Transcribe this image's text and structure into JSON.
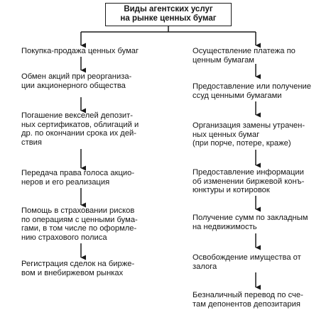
{
  "title": {
    "line1": "Виды агентских услуг",
    "line2": "на рынке ценных бумаг"
  },
  "left_column": [
    {
      "lines": [
        "Покупка-продажа ценных бумаг"
      ]
    },
    {
      "lines": [
        "Обмен акций при реорганиза-",
        "ции акционерного общества"
      ]
    },
    {
      "lines": [
        "Погашение векселей депозит-",
        "ных сертификатов, облигаций и",
        "др. по окончании срока их дей-",
        "ствия"
      ]
    },
    {
      "lines": [
        "Передача права голоса акцио-",
        "неров и его реализация"
      ]
    },
    {
      "lines": [
        "Помощь в страховании рисков",
        "по операциям с ценными бума-",
        "гами, в том числе по оформле-",
        "нию страхового полиса"
      ]
    },
    {
      "lines": [
        "Регистрация сделок на бирже-",
        "вом и внебиржевом рынках"
      ]
    }
  ],
  "right_column": [
    {
      "lines": [
        "Осуществление платежа по",
        "ценным бумагам"
      ]
    },
    {
      "lines": [
        "Предоставление или получение",
        "ссуд ценными бумагами"
      ]
    },
    {
      "lines": [
        "Организация замены утрачен-",
        "ных ценных бумаг",
        "(при порче, потере, краже)"
      ]
    },
    {
      "lines": [
        "Предоставление информации",
        "об изменении биржевой конъ-",
        "юнктуры и котировок"
      ]
    },
    {
      "lines": [
        "Получение сумм по закладным",
        "на недвижимость"
      ]
    },
    {
      "lines": [
        "Освобождение имущества от",
        "залога"
      ]
    },
    {
      "lines": [
        "Безналичный перевод по сче-",
        "там депонентов депозитария"
      ]
    }
  ],
  "colors": {
    "ink": "#161616",
    "background": "#ffffff"
  }
}
